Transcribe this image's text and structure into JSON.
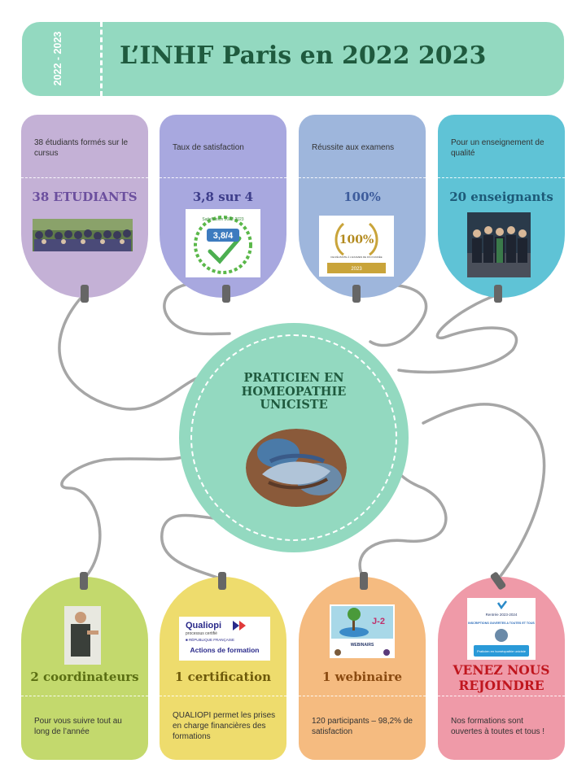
{
  "header": {
    "year": "2022 - 2023",
    "title": "L’INHF Paris en 2022 2023"
  },
  "center": {
    "line1": "PRATICIEN EN",
    "line2": "HOMEOPATHIE",
    "line3": "UNICISTE",
    "image_icon": "hands-globe-image"
  },
  "top_tags": [
    {
      "small": "38 étudiants formés sur le cursus",
      "big": "38 ETUDIANTS",
      "color": "#c4b1d6",
      "accent": "#6b4f9e",
      "image_icon": "group-photo"
    },
    {
      "small": "Taux de satisfaction",
      "big": "3,8 sur 4",
      "color": "#a8a8df",
      "accent": "#3d3d8a",
      "image_icon": "satisfaction-badge",
      "badge_top": "Satisfaction 2022-2023",
      "badge_value": "3,8/4"
    },
    {
      "small": "Réussite aux examens",
      "big": "100%",
      "color": "#9eb6dc",
      "accent": "#3d5c9c",
      "image_icon": "laurel-badge",
      "badge_value": "100%",
      "badge_sub": "DE RÉUSSITE À L'EXAMEN DE FIN D'ANNÉE",
      "badge_year": "2023"
    },
    {
      "small": "Pour un enseignement de qualité",
      "big": "20 enseignants",
      "color": "#5fc3d6",
      "accent": "#1d5a78",
      "image_icon": "teachers-photo"
    }
  ],
  "bottom_tags": [
    {
      "big": "2 coordinateurs",
      "small": "Pour vous suivre tout au long de l’année",
      "color": "#c3d96d",
      "accent": "#5a6e12",
      "image_icon": "coordinator-photo"
    },
    {
      "big": "1 certification",
      "small": "QUALIOPI permet les prises en charge financières des formations",
      "color": "#eedc6d",
      "accent": "#6e5a0a",
      "image_icon": "qualiopi-logo",
      "logo_name": "Qualiopi",
      "logo_sub": "processus certifié",
      "logo_rf": "■ RÉPUBLIQUE FRANÇAISE",
      "logo_action": "Actions de formation"
    },
    {
      "big": "1 webinaire",
      "small": "120 participants – 98,2% de satisfaction",
      "color": "#f5bb80",
      "accent": "#8a4a10",
      "image_icon": "webinar-poster",
      "poster_count": "J-2",
      "poster_title": "WEBINAIRS"
    },
    {
      "big": "VENEZ NOUS REJOINDRE",
      "small": "Nos formations sont ouvertes à toutes et tous !",
      "color": "#ef9aa8",
      "accent": "#c0161e",
      "image_icon": "registration-poster",
      "poster_line1": "Rentrée 2023-2024",
      "poster_line2": "INSCRIPTIONS OUVERTES A TOUTES ET TOUS",
      "poster_line3": "Praticien en homéopathie uniciste"
    }
  ]
}
